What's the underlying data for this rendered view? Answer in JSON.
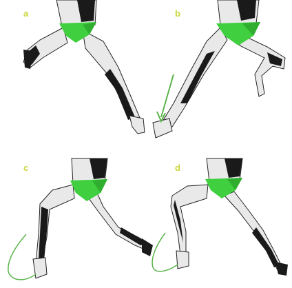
{
  "panels": [
    {
      "label": "a"
    },
    {
      "label": "b"
    },
    {
      "label": "c"
    },
    {
      "label": "d"
    }
  ],
  "colors": {
    "brief": "#3fcf3f",
    "brief_shade": "#2fae2f",
    "skin_light": "#e9e9e9",
    "skin_shadow": "#1a1a1a",
    "skin_mid": "#9a9a9a",
    "motion_arrow": "#5ab54a",
    "label": "#c9d63a"
  }
}
